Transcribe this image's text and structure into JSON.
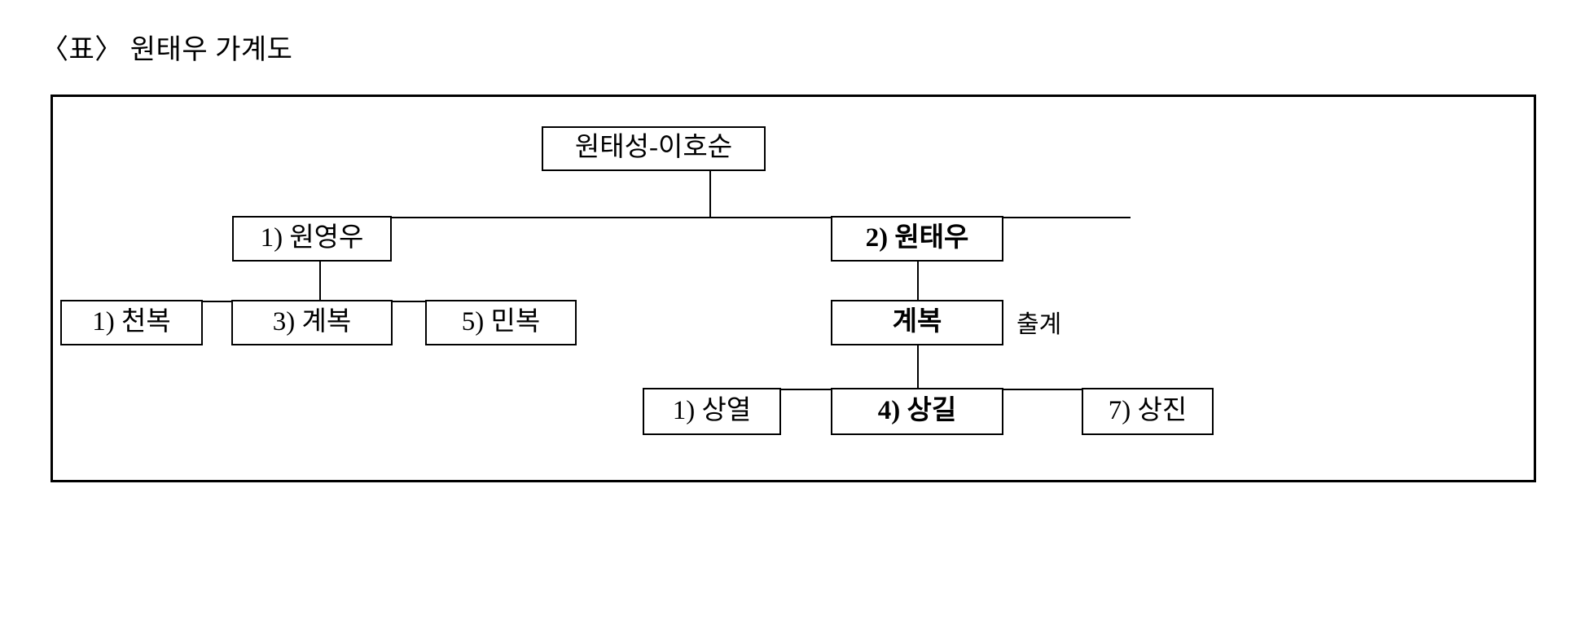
{
  "caption": {
    "text": "〈표〉 원태우 가계도"
  },
  "diagram": {
    "title": "원태우 가계도",
    "type": "family-tree",
    "generations": 4,
    "nodes": [
      {
        "id": "root",
        "label": "원태성-이호순",
        "generation": 1,
        "bold": false
      },
      {
        "id": "g2-left",
        "label": "1) 원영우",
        "generation": 2,
        "bold": false
      },
      {
        "id": "g2-right",
        "label": "2) 원태우",
        "generation": 2,
        "bold": true
      },
      {
        "id": "g3-a",
        "label": "1) 천복",
        "generation": 3,
        "bold": false
      },
      {
        "id": "g3-b",
        "label": "3) 계복",
        "generation": 3,
        "bold": false
      },
      {
        "id": "g3-c",
        "label": "5) 민복",
        "generation": 3,
        "bold": false
      },
      {
        "id": "g3-d",
        "label": "계복",
        "generation": 3,
        "bold": true
      },
      {
        "id": "g4-a",
        "label": "1) 상열",
        "generation": 4,
        "bold": false
      },
      {
        "id": "g4-b",
        "label": "4) 상길",
        "generation": 4,
        "bold": true
      },
      {
        "id": "g4-c",
        "label": "7) 상진",
        "generation": 4,
        "bold": false
      }
    ],
    "annotations": [
      {
        "id": "chulgye",
        "text": "출계",
        "attached_to": "g3-d"
      }
    ]
  }
}
